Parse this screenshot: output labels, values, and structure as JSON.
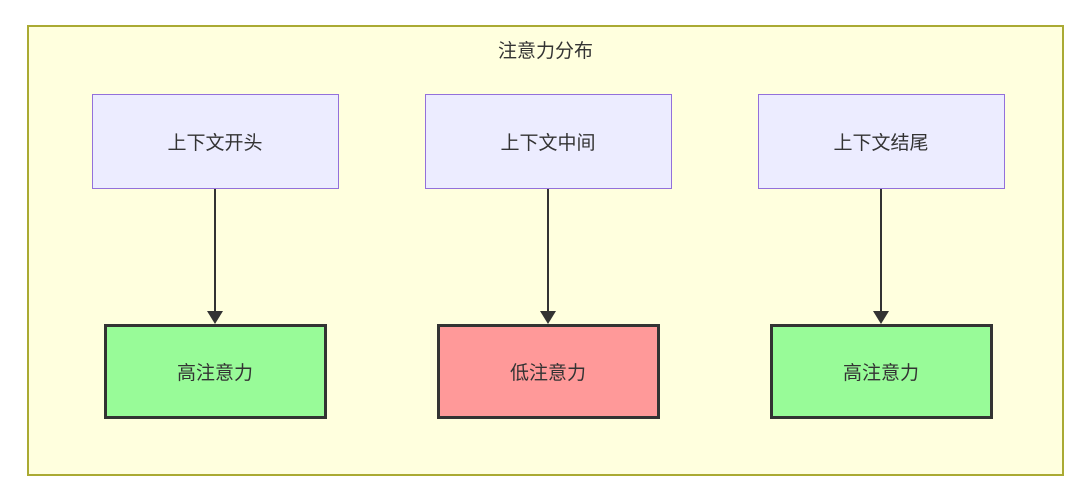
{
  "diagram": {
    "title": "注意力分布",
    "columns": [
      {
        "source_label": "上下文开头",
        "result_label": "高注意力",
        "attention_level": "high"
      },
      {
        "source_label": "上下文中间",
        "result_label": "低注意力",
        "attention_level": "low"
      },
      {
        "source_label": "上下文结尾",
        "result_label": "高注意力",
        "attention_level": "high"
      }
    ],
    "colors": {
      "container_fill": "#ffffde",
      "container_border": "#aaaa33",
      "source_fill": "#ececff",
      "source_border": "#9370db",
      "high_attention_fill": "#98fb98",
      "low_attention_fill": "#ff9999",
      "result_border": "#333333",
      "arrow": "#333333",
      "text": "#333333"
    }
  }
}
